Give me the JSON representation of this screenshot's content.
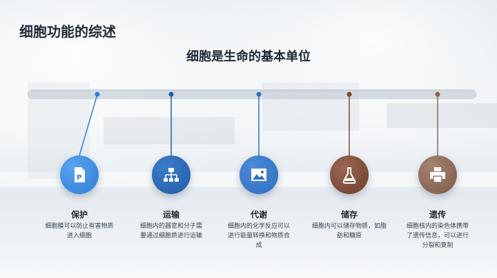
{
  "slide": {
    "title": "细胞功能的综述",
    "subtitle": "细胞是生命的基本单位"
  },
  "items": [
    {
      "title": "保护",
      "desc": "细胞膜可以防止有害物质进入细胞",
      "icon": "document-icon",
      "color": "#2f7ed8"
    },
    {
      "title": "运输",
      "desc": "细胞内的器官和分子需要通过细胞质进行运输",
      "icon": "sitemap-icon",
      "color": "#1f5ca8"
    },
    {
      "title": "代谢",
      "desc": "细胞内的化学反应可以进行能量转换和物质合成",
      "icon": "image-icon",
      "color": "#2f6fc4"
    },
    {
      "title": "储存",
      "desc": "细胞内可以储存物质，如脂肪和糖原",
      "icon": "flask-icon",
      "color": "#7a4a35"
    },
    {
      "title": "遗传",
      "desc": "细胞核内的染色体携带了遗传信息，可以进行分裂和复制",
      "icon": "printer-icon",
      "color": "#8a6552"
    }
  ]
}
